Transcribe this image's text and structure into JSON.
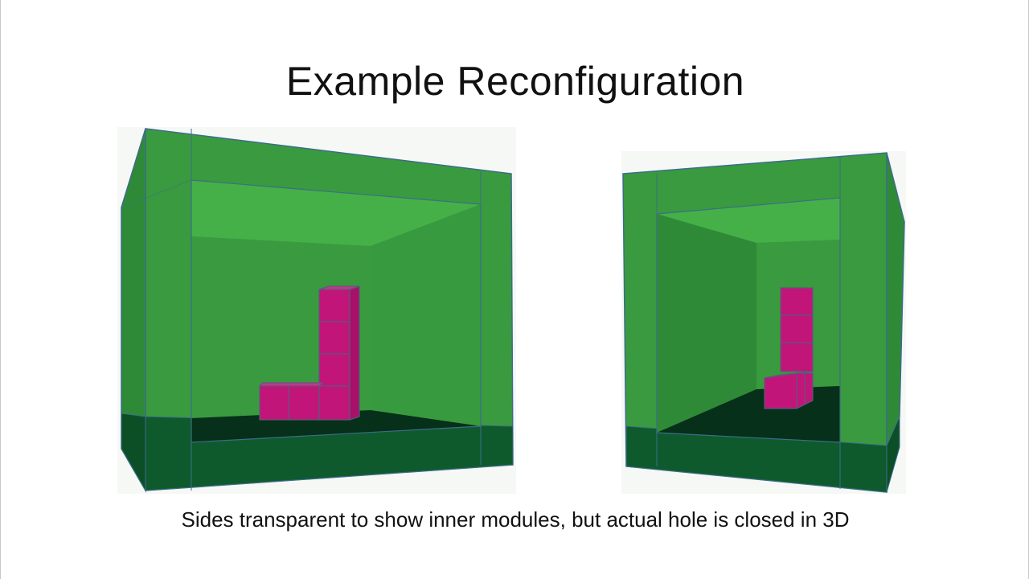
{
  "slide": {
    "title": "Example Reconfiguration",
    "caption": "Sides transparent to show inner modules, but actual hole is closed in 3D"
  },
  "colors": {
    "frame_green": "#3a9a3f",
    "top_green": "#45b048",
    "base_dark_green": "#0e5a2c",
    "floor_green": "#06301a",
    "module_magenta": "#c2157a",
    "edge_blue": "#3c6d8a"
  },
  "views": [
    {
      "name": "left-view",
      "module_count": 6
    },
    {
      "name": "right-view",
      "module_count": 5
    }
  ]
}
